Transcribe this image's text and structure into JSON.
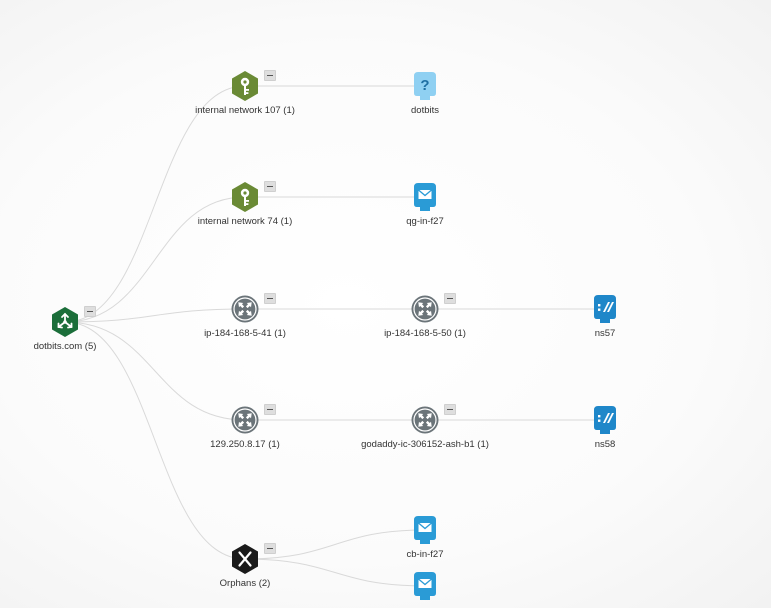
{
  "graph": {
    "root": {
      "label": "dotbits.com (5)",
      "icon": "domain-hub-icon",
      "color": "#1b6e3a"
    },
    "nodes": [
      {
        "id": "n-internal-107",
        "label": "internal network 107 (1)",
        "icon": "key-icon",
        "color": "#6a8a35",
        "collapsible": true
      },
      {
        "id": "n-dotbits",
        "label": "dotbits",
        "icon": "question-icon",
        "color": "#8fd0f2",
        "collapsible": false
      },
      {
        "id": "n-internal-74",
        "label": "internal network 74 (1)",
        "icon": "key-icon",
        "color": "#6a8a35",
        "collapsible": true
      },
      {
        "id": "n-qg-in-f27",
        "label": "qg-in-f27",
        "icon": "mail-icon",
        "color": "#2a9bd6",
        "collapsible": false
      },
      {
        "id": "n-ip-184-168-5-41",
        "label": "ip-184-168-5-41 (1)",
        "icon": "router-icon",
        "color": "#6b7479",
        "collapsible": true
      },
      {
        "id": "n-ip-184-168-5-50",
        "label": "ip-184-168-5-50 (1)",
        "icon": "router-icon",
        "color": "#6b7479",
        "collapsible": true
      },
      {
        "id": "n-ns57",
        "label": "ns57",
        "icon": "nameserver-icon",
        "color": "#1f87c9",
        "collapsible": false
      },
      {
        "id": "n-129-250-8-17",
        "label": "129.250.8.17 (1)",
        "icon": "router-icon",
        "color": "#6b7479",
        "collapsible": true
      },
      {
        "id": "n-godaddy",
        "label": "godaddy-ic-306152-ash-b1 (1)",
        "icon": "router-icon",
        "color": "#6b7479",
        "collapsible": true
      },
      {
        "id": "n-ns58",
        "label": "ns58",
        "icon": "nameserver-icon",
        "color": "#1f87c9",
        "collapsible": false
      },
      {
        "id": "n-orphans",
        "label": "Orphans (2)",
        "icon": "orphans-x-icon",
        "color": "#1a1a1a",
        "collapsible": true
      },
      {
        "id": "n-cb-in-f27",
        "label": "cb-in-f27",
        "icon": "mail-icon",
        "color": "#2a9bd6",
        "collapsible": false
      },
      {
        "id": "n-mail-bottom",
        "label": "",
        "icon": "mail-icon",
        "color": "#2a9bd6",
        "collapsible": false
      }
    ],
    "edges": [
      [
        "root",
        "n-internal-107"
      ],
      [
        "root",
        "n-internal-74"
      ],
      [
        "root",
        "n-ip-184-168-5-41"
      ],
      [
        "root",
        "n-129-250-8-17"
      ],
      [
        "root",
        "n-orphans"
      ],
      [
        "n-internal-107",
        "n-dotbits"
      ],
      [
        "n-internal-74",
        "n-qg-in-f27"
      ],
      [
        "n-ip-184-168-5-41",
        "n-ip-184-168-5-50"
      ],
      [
        "n-ip-184-168-5-50",
        "n-ns57"
      ],
      [
        "n-129-250-8-17",
        "n-godaddy"
      ],
      [
        "n-godaddy",
        "n-ns58"
      ],
      [
        "n-orphans",
        "n-cb-in-f27"
      ],
      [
        "n-orphans",
        "n-mail-bottom"
      ]
    ]
  }
}
